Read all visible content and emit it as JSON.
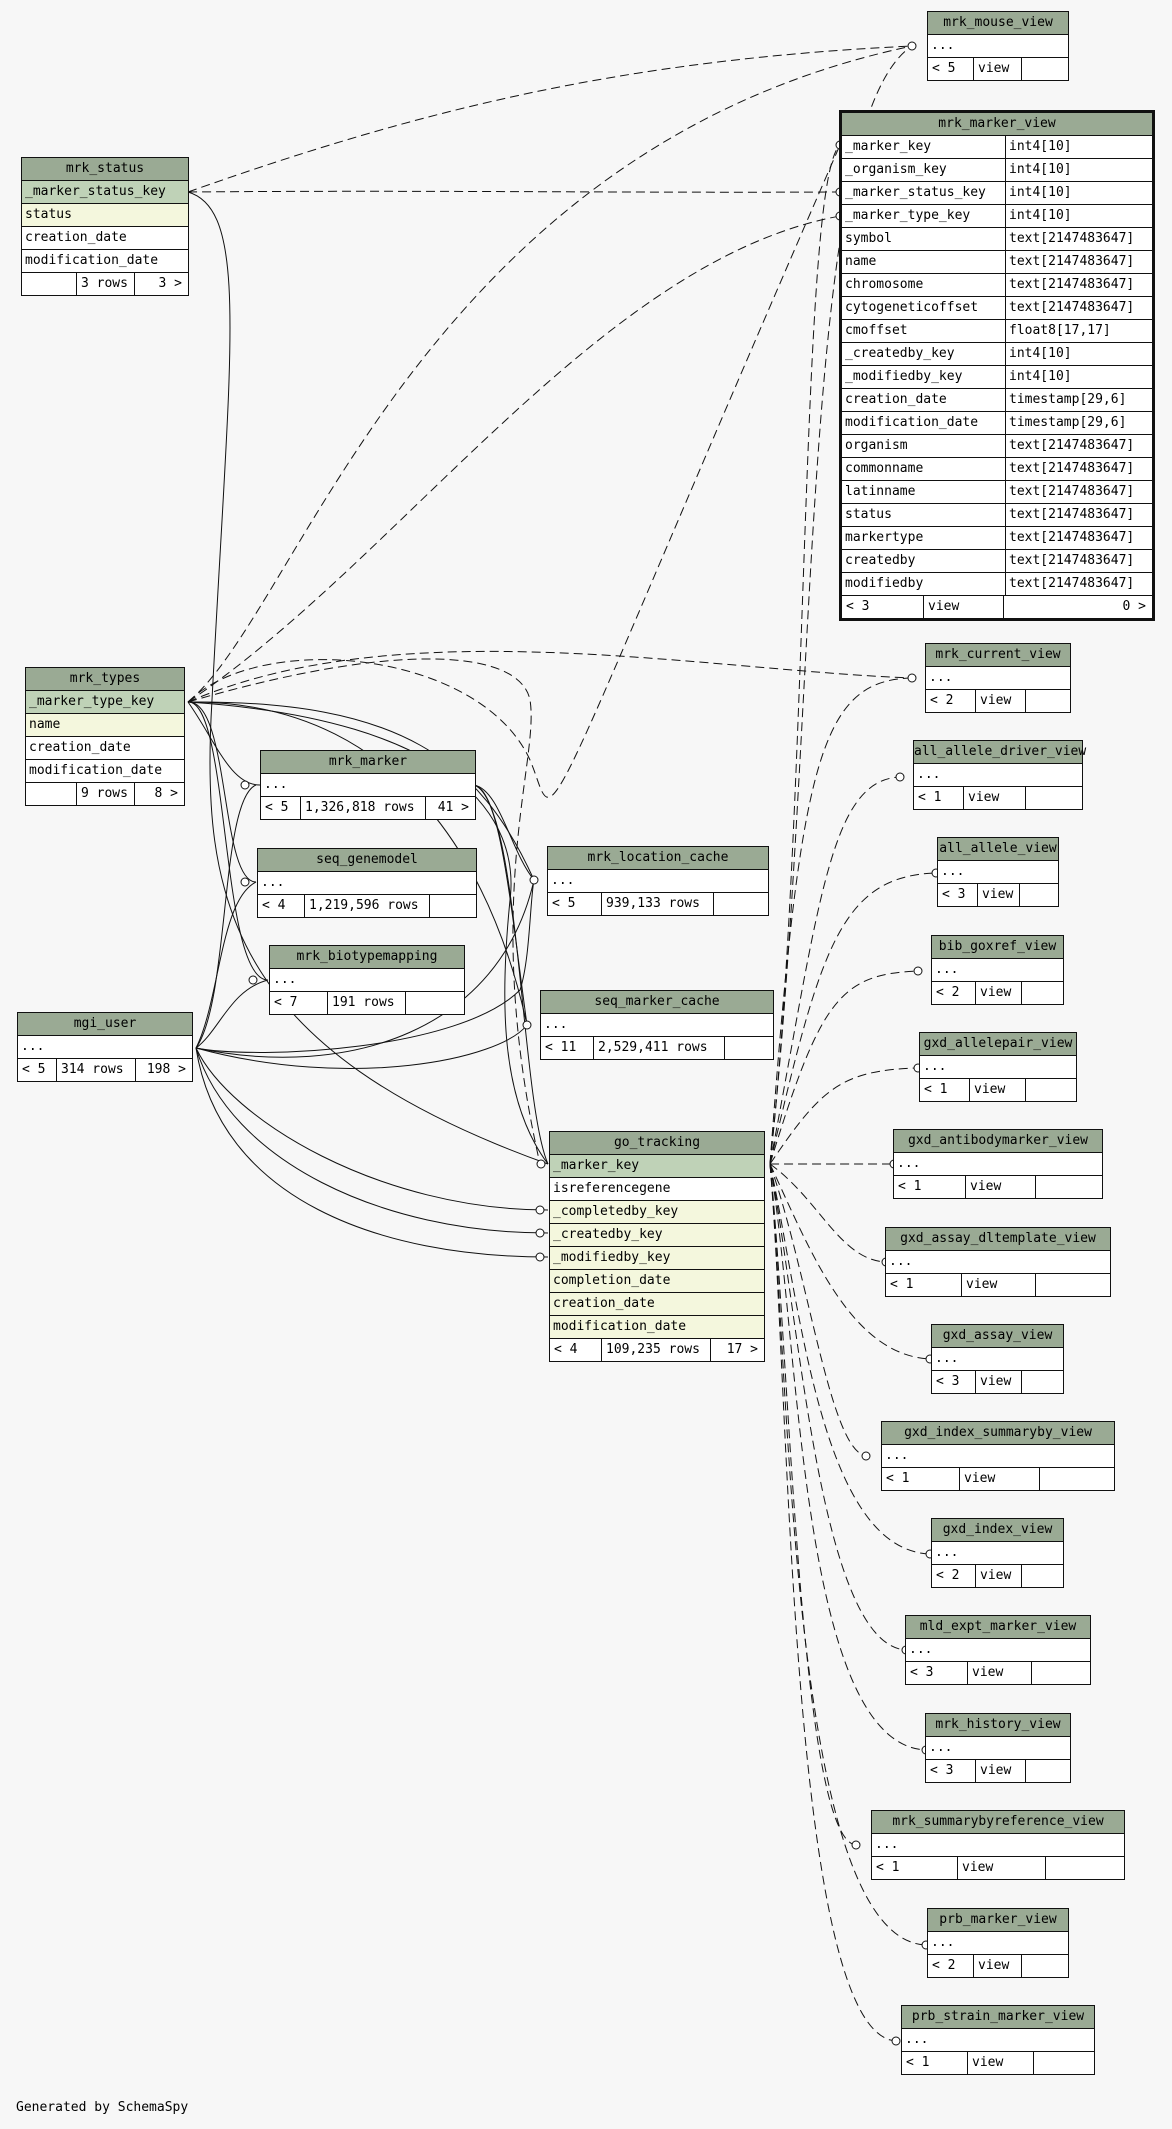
{
  "footer_text": "Generated by SchemaSpy",
  "colors": {
    "background": "#f7f7f7",
    "header": "#9aaa94",
    "primary_key": "#bfd2b7",
    "indexed": "#f4f7dd",
    "line": "#111111"
  },
  "focus_table": {
    "name": "mrk_marker_view",
    "columns": [
      {
        "name": "_marker_key",
        "type": "int4[10]"
      },
      {
        "name": "_organism_key",
        "type": "int4[10]"
      },
      {
        "name": "_marker_status_key",
        "type": "int4[10]"
      },
      {
        "name": "_marker_type_key",
        "type": "int4[10]"
      },
      {
        "name": "symbol",
        "type": "text[2147483647]"
      },
      {
        "name": "name",
        "type": "text[2147483647]"
      },
      {
        "name": "chromosome",
        "type": "text[2147483647]"
      },
      {
        "name": "cytogeneticoffset",
        "type": "text[2147483647]"
      },
      {
        "name": "cmoffset",
        "type": "float8[17,17]"
      },
      {
        "name": "_createdby_key",
        "type": "int4[10]"
      },
      {
        "name": "_modifiedby_key",
        "type": "int4[10]"
      },
      {
        "name": "creation_date",
        "type": "timestamp[29,6]"
      },
      {
        "name": "modification_date",
        "type": "timestamp[29,6]"
      },
      {
        "name": "organism",
        "type": "text[2147483647]"
      },
      {
        "name": "commonname",
        "type": "text[2147483647]"
      },
      {
        "name": "latinname",
        "type": "text[2147483647]"
      },
      {
        "name": "status",
        "type": "text[2147483647]"
      },
      {
        "name": "markertype",
        "type": "text[2147483647]"
      },
      {
        "name": "createdby",
        "type": "text[2147483647]"
      },
      {
        "name": "modifiedby",
        "type": "text[2147483647]"
      }
    ],
    "footer": [
      "< 3",
      "view",
      "0 >"
    ]
  },
  "tables": {
    "mrk_mouse_view": {
      "name": "mrk_mouse_view",
      "rows": [
        "..."
      ],
      "footer": [
        "< 5",
        "view",
        ""
      ]
    },
    "mrk_status": {
      "name": "mrk_status",
      "rows": [
        "_marker_status_key",
        "status",
        "creation_date",
        "modification_date"
      ],
      "footer": [
        "",
        "3 rows",
        "3 >"
      ]
    },
    "mrk_types": {
      "name": "mrk_types",
      "rows": [
        "_marker_type_key",
        "name",
        "creation_date",
        "modification_date"
      ],
      "footer": [
        "",
        "9 rows",
        "8 >"
      ]
    },
    "mrk_marker": {
      "name": "mrk_marker",
      "rows": [
        "..."
      ],
      "footer": [
        "< 5",
        "1,326,818 rows",
        "41 >"
      ]
    },
    "seq_genemodel": {
      "name": "seq_genemodel",
      "rows": [
        "..."
      ],
      "footer": [
        "< 4",
        "1,219,596 rows",
        ""
      ]
    },
    "mrk_biotypemapping": {
      "name": "mrk_biotypemapping",
      "rows": [
        "..."
      ],
      "footer": [
        "< 7",
        "191 rows",
        ""
      ]
    },
    "mgi_user": {
      "name": "mgi_user",
      "rows": [
        "..."
      ],
      "footer": [
        "< 5",
        "314 rows",
        "198 >"
      ]
    },
    "mrk_location_cache": {
      "name": "mrk_location_cache",
      "rows": [
        "..."
      ],
      "footer": [
        "< 5",
        "939,133 rows",
        ""
      ]
    },
    "seq_marker_cache": {
      "name": "seq_marker_cache",
      "rows": [
        "..."
      ],
      "footer": [
        "< 11",
        "2,529,411 rows",
        ""
      ]
    },
    "go_tracking": {
      "name": "go_tracking",
      "rows": [
        "_marker_key",
        "isreferencegene",
        "_completedby_key",
        "_createdby_key",
        "_modifiedby_key",
        "completion_date",
        "creation_date",
        "modification_date"
      ],
      "footer": [
        "< 4",
        "109,235 rows",
        "17 >"
      ]
    },
    "mrk_current_view": {
      "name": "mrk_current_view",
      "rows": [
        "..."
      ],
      "footer": [
        "< 2",
        "view",
        ""
      ]
    },
    "all_allele_driver_view": {
      "name": "all_allele_driver_view",
      "rows": [
        "..."
      ],
      "footer": [
        "< 1",
        "view",
        ""
      ]
    },
    "all_allele_view": {
      "name": "all_allele_view",
      "rows": [
        "..."
      ],
      "footer": [
        "< 3",
        "view",
        ""
      ]
    },
    "bib_goxref_view": {
      "name": "bib_goxref_view",
      "rows": [
        "..."
      ],
      "footer": [
        "< 2",
        "view",
        ""
      ]
    },
    "gxd_allelepair_view": {
      "name": "gxd_allelepair_view",
      "rows": [
        "..."
      ],
      "footer": [
        "< 1",
        "view",
        ""
      ]
    },
    "gxd_antibodymarker_view": {
      "name": "gxd_antibodymarker_view",
      "rows": [
        "..."
      ],
      "footer": [
        "< 1",
        "view",
        ""
      ]
    },
    "gxd_assay_dltemplate_view": {
      "name": "gxd_assay_dltemplate_view",
      "rows": [
        "..."
      ],
      "footer": [
        "< 1",
        "view",
        ""
      ]
    },
    "gxd_assay_view": {
      "name": "gxd_assay_view",
      "rows": [
        "..."
      ],
      "footer": [
        "< 3",
        "view",
        ""
      ]
    },
    "gxd_index_summaryby_view": {
      "name": "gxd_index_summaryby_view",
      "rows": [
        "..."
      ],
      "footer": [
        "< 1",
        "view",
        ""
      ]
    },
    "gxd_index_view": {
      "name": "gxd_index_view",
      "rows": [
        "..."
      ],
      "footer": [
        "< 2",
        "view",
        ""
      ]
    },
    "mld_expt_marker_view": {
      "name": "mld_expt_marker_view",
      "rows": [
        "..."
      ],
      "footer": [
        "< 3",
        "view",
        ""
      ]
    },
    "mrk_history_view": {
      "name": "mrk_history_view",
      "rows": [
        "..."
      ],
      "footer": [
        "< 3",
        "view",
        ""
      ]
    },
    "mrk_summarybyreference_view": {
      "name": "mrk_summarybyreference_view",
      "rows": [
        "..."
      ],
      "footer": [
        "< 1",
        "view",
        ""
      ]
    },
    "prb_marker_view": {
      "name": "prb_marker_view",
      "rows": [
        "..."
      ],
      "footer": [
        "< 2",
        "view",
        ""
      ]
    },
    "prb_strain_marker_view": {
      "name": "prb_strain_marker_view",
      "rows": [
        "..."
      ],
      "footer": [
        "< 1",
        "view",
        ""
      ]
    }
  }
}
